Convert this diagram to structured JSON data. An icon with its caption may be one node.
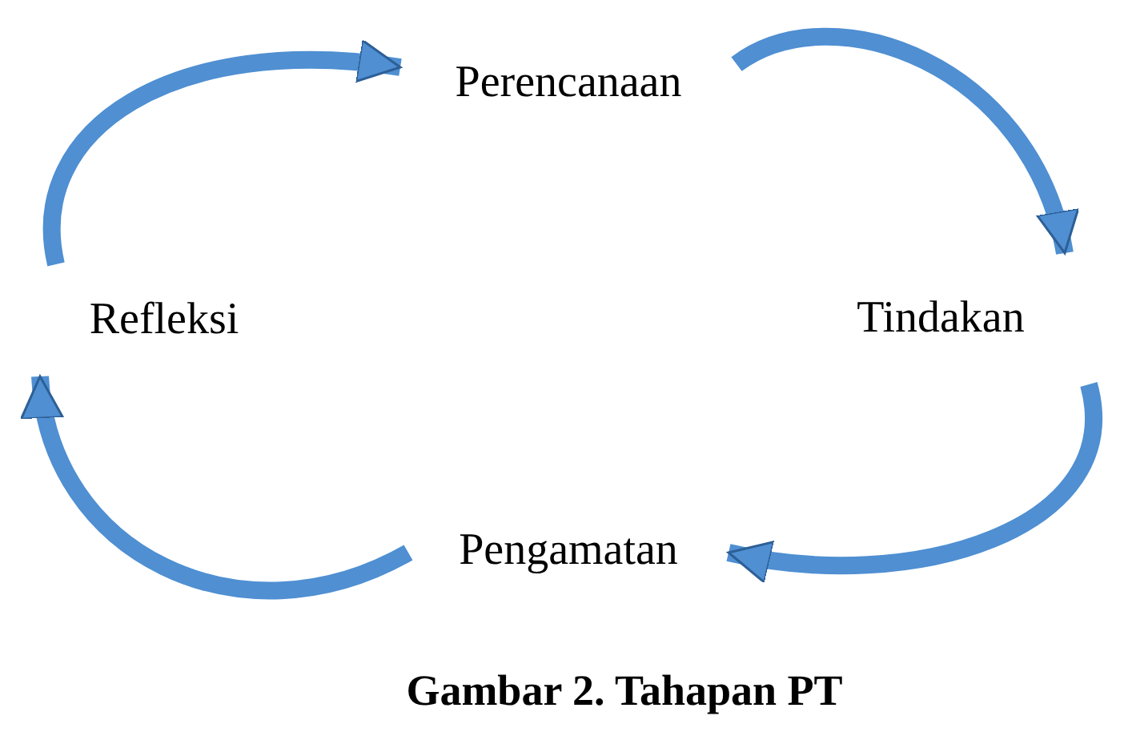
{
  "diagram": {
    "caption": "Gambar 2. Tahapan PT",
    "nodes": [
      {
        "text": [
          "Perencanaan"
        ]
      },
      {
        "text": [
          "Tindakan"
        ]
      },
      {
        "text": [
          "Pengamatan"
        ]
      },
      {
        "text": [
          "Refleksi"
        ]
      }
    ],
    "edges": [
      {
        "from": 3,
        "to": 0,
        "arrow": "to"
      },
      {
        "from": 0,
        "to": 1,
        "arrow": "to"
      },
      {
        "from": 1,
        "to": 2,
        "arrow": "to"
      },
      {
        "from": 2,
        "to": 3,
        "arrow": "to"
      }
    ]
  }
}
